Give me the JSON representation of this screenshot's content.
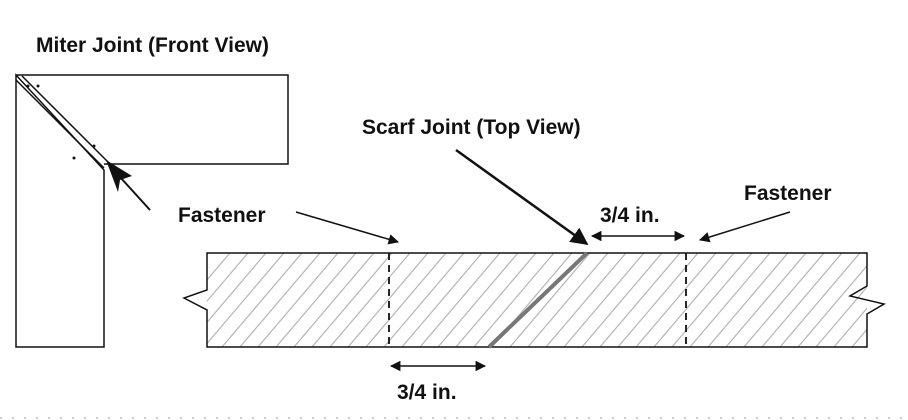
{
  "labels": {
    "miter_title": "Miter Joint (Front View)",
    "scarf_title": "Scarf Joint (Top View)",
    "fastener_left": "Fastener",
    "fastener_right": "Fastener",
    "measure_top": "3/4 in.",
    "measure_bottom": "3/4 in."
  },
  "colors": {
    "line": "#111111",
    "grain": "#b5b5b5",
    "scarf_cut": "#777777",
    "background": "#ffffff"
  }
}
